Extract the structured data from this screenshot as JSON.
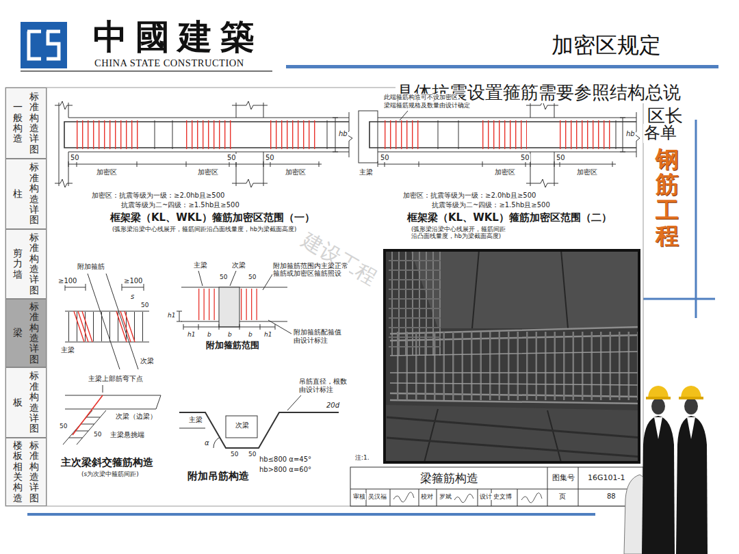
{
  "diagram": {
    "title": "加密区规定",
    "nodes": [
      {
        "text": [
          "一般构造",
          "标准构造详图"
        ]
      },
      {
        "text": [
          "柱",
          "标准构造详图"
        ]
      },
      {
        "text": [
          "剪力墙",
          "标准构造详图"
        ]
      },
      {
        "text": [
          "梁",
          "标准构造详图"
        ]
      },
      {
        "text": [
          "板",
          "标准构造详图"
        ]
      },
      {
        "text": [
          "楼板相关构造",
          "标准构造详图"
        ]
      }
    ],
    "labels": [
      "中國建築",
      "CHINA STATE CONSTRUCTION",
      "具体抗震设置箍筋需要参照结构总说",
      "区长",
      "各单",
      "钢筋工程",
      "建设工程",
      "50",
      "加密区",
      "50",
      "加密区",
      "50",
      "加密区",
      "hb",
      "加密区：抗震等级为一级：≥2.0hb且≥500",
      "抗震等级为二~四级：≥1.5hb且≥500",
      "框架梁（KL、WKL）箍筋加密区范围（一）",
      "(弧形梁沿梁中心线展开，箍筋间距沿凸面线量度，hb为梁截面高度)",
      "此端箍筋构造可不设加密区",
      "梁端箍筋规格及数量由设计确定",
      "50",
      "主梁",
      "50",
      "加密区",
      "50",
      "加密区",
      "hb",
      "加密区：抗震等级为一级：≥2.0hb且≥500",
      "抗震等级为二~四级：≥1.5hb且≥500",
      "框架梁（KL、WKL）箍筋加密区范围（二）",
      "(弧形梁沿梁中心线展开，箍筋间距 沿凸面线量度，hb为梁截面高度)",
      "附加箍筋",
      "≥100",
      "≥100",
      "s",
      "50",
      "主梁",
      "次梁",
      "主梁上部筋弯下点",
      "50",
      "次梁（边梁）",
      "50",
      "主梁悬挑端",
      "主次梁斜交箍筋构造",
      "(s为次梁中箍筋间距)",
      "主梁",
      "次梁",
      "附加箍筋范围内主梁正常 箍筋或加密区箍筋照设",
      "50",
      "50",
      "h1",
      "h1",
      "b",
      "b",
      "b",
      "h1",
      "附加箍筋范围",
      "附加箍筋配箍值 由设计标注",
      "吊筋直径，根数 由设计标注",
      "主梁",
      "次梁",
      "20d",
      "α",
      "50",
      "50",
      "hb≤800 α=45°",
      "hb>800 α=60°",
      "附加吊筋构造",
      "注:1.",
      "梁箍筋构造",
      "图集号",
      "16G101-1",
      "审核",
      "吴汉福",
      "校对",
      "罗斌",
      "设计",
      "史文博",
      "页",
      "88"
    ]
  }
}
